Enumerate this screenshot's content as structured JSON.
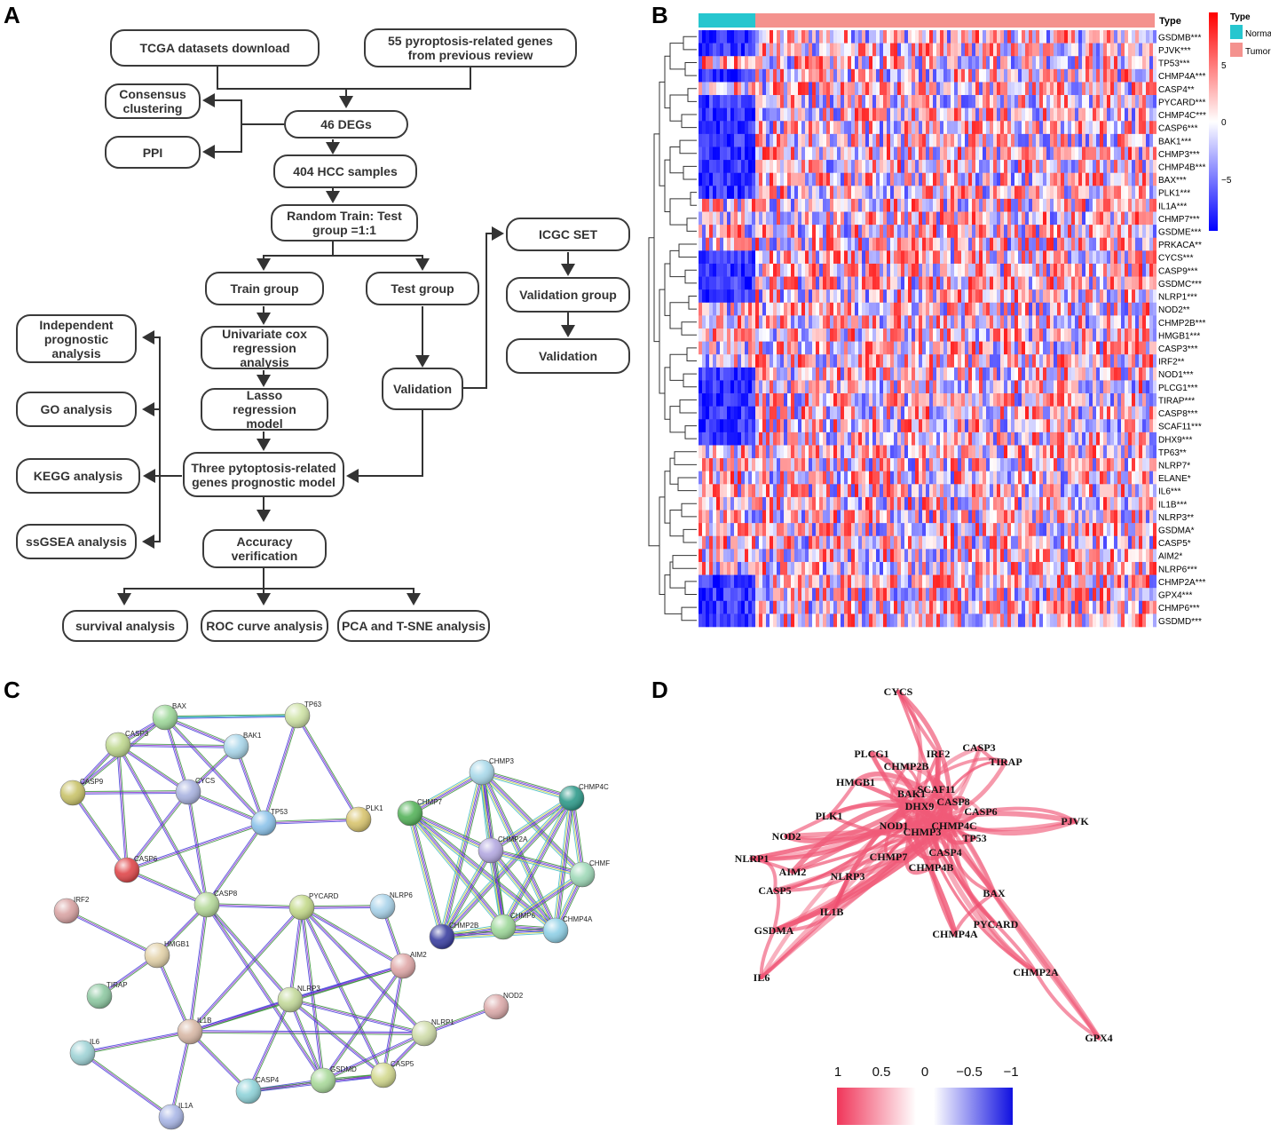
{
  "panels": {
    "a": "A",
    "b": "B",
    "c": "C",
    "d": "D"
  },
  "flowchart": {
    "tcga": "TCGA datasets download",
    "genes55": "55 pyroptosis-related genes from previous review",
    "consensus": "Consensus clustering",
    "ppi": "PPI",
    "degs": "46 DEGs",
    "hcc": "404 HCC samples",
    "random": "Random Train: Test group =1:1",
    "icgc": "ICGC SET",
    "train": "Train group",
    "test": "Test group",
    "validation_group": "Validation group",
    "validation_right": "Validation",
    "independent": "Independent prognostic analysis",
    "univariate": "Univariate cox regression analysis",
    "go": "GO analysis",
    "lasso": "Lasso regression model",
    "validation_mid": "Validation",
    "kegg": "KEGG analysis",
    "three": "Three pytoptosis-related genes prognostic model",
    "ssgsea": "ssGSEA analysis",
    "accuracy": "Accuracy verification",
    "survival": "survival analysis",
    "roc": "ROC curve analysis",
    "pca": "PCA and T-SNE analysis"
  },
  "heatmap": {
    "type_label": "Type",
    "legend_title": "Type",
    "legend_normal": "Normal",
    "legend_tumor": "Tumor",
    "color_normal": "#26c6cf",
    "color_tumor": "#f4928e",
    "scale_ticks": [
      "5",
      "0",
      "−5"
    ],
    "genes": [
      "GSDMB***",
      "PJVK***",
      "TP53***",
      "CHMP4A***",
      "CASP4**",
      "PYCARD***",
      "CHMP4C***",
      "CASP6***",
      "BAK1***",
      "CHMP3***",
      "CHMP4B***",
      "BAX***",
      "PLK1***",
      "IL1A***",
      "CHMP7***",
      "GSDME***",
      "PRKACA**",
      "CYCS***",
      "CASP9***",
      "GSDMC***",
      "NLRP1***",
      "NOD2**",
      "CHMP2B***",
      "HMGB1***",
      "CASP3***",
      "IRF2**",
      "NOD1***",
      "PLCG1***",
      "TIRAP***",
      "CASP8***",
      "SCAF11***",
      "DHX9***",
      "TP63**",
      "NLRP7*",
      "ELANE*",
      "IL6***",
      "IL1B***",
      "NLRP3**",
      "GSDMA*",
      "CASP5*",
      "AIM2*",
      "NLRP6***",
      "CHMP2A***",
      "GPX4***",
      "CHMP6***",
      "GSDMD***"
    ]
  },
  "ppi_nodes": [
    {
      "id": "BAX",
      "color": "#9ed89a"
    },
    {
      "id": "TP63",
      "color": "#cfe3a6"
    },
    {
      "id": "CASP3",
      "color": "#bfd88f"
    },
    {
      "id": "BAK1",
      "color": "#a9d6ea"
    },
    {
      "id": "CASP9",
      "color": "#c9c36a"
    },
    {
      "id": "CYCS",
      "color": "#a9b3e0"
    },
    {
      "id": "TP53",
      "color": "#8cc3ea"
    },
    {
      "id": "PLK1",
      "color": "#d8c46e"
    },
    {
      "id": "CASP6",
      "color": "#e0474a"
    },
    {
      "id": "CHMP3",
      "color": "#a9d9ea"
    },
    {
      "id": "CHMP4C",
      "color": "#2e9a8a"
    },
    {
      "id": "CHMP7",
      "color": "#55b35a"
    },
    {
      "id": "CHMP2A",
      "color": "#b3a8e0"
    },
    {
      "id": "CHMP6",
      "color": "#9ed89a"
    },
    {
      "id": "CHMP4A",
      "color": "#8fd0e6"
    },
    {
      "id": "CHMP2B",
      "color": "#3a3fa0"
    },
    {
      "id": "IRF2",
      "color": "#d9a3a3"
    },
    {
      "id": "CASP8",
      "color": "#b5d99a"
    },
    {
      "id": "PYCARD",
      "color": "#c3d98a"
    },
    {
      "id": "NLRP6",
      "color": "#a9d3ea"
    },
    {
      "id": "HMGB1",
      "color": "#e3d2a9"
    },
    {
      "id": "AIM2",
      "color": "#e0a8a8"
    },
    {
      "id": "NOD2",
      "color": "#dcaaaa"
    },
    {
      "id": "TIRAP",
      "color": "#8ec9a2"
    },
    {
      "id": "NLRP3",
      "color": "#c3d99a"
    },
    {
      "id": "NLRP1",
      "color": "#cfdca9"
    },
    {
      "id": "IL1B",
      "color": "#d8b8a6"
    },
    {
      "id": "IL6",
      "color": "#9fd3d6"
    },
    {
      "id": "CASP4",
      "color": "#8fd3d9"
    },
    {
      "id": "GSDMD",
      "color": "#a9d99a"
    },
    {
      "id": "CASP5",
      "color": "#d3d98f"
    },
    {
      "id": "IL1A",
      "color": "#a9b6e6"
    },
    {
      "id": "CHMF",
      "color": "#9fd9b8"
    }
  ],
  "corr_labels": [
    "CYCS",
    "PLCG1",
    "IRF2",
    "CASP3",
    "TIRAP",
    "CHMP2B",
    "HMGB1",
    "SCAF11",
    "BAK1",
    "DHX9",
    "CASP8",
    "CASP6",
    "PJVK",
    "PLK1",
    "NOD1",
    "CHMP3",
    "CHMP4C",
    "TP53",
    "NOD2",
    "CASP4",
    "CHMP7",
    "NLRP1",
    "AIM2",
    "NLRP3",
    "CHMP4B",
    "CASP5",
    "BAX",
    "IL1B",
    "PYCARD",
    "GSDMA",
    "CHMP4A",
    "CHMP2A",
    "IL6",
    "GPX4"
  ],
  "corr_scale_ticks": [
    "1",
    "0.5",
    "0",
    "−0.5",
    "−1"
  ]
}
